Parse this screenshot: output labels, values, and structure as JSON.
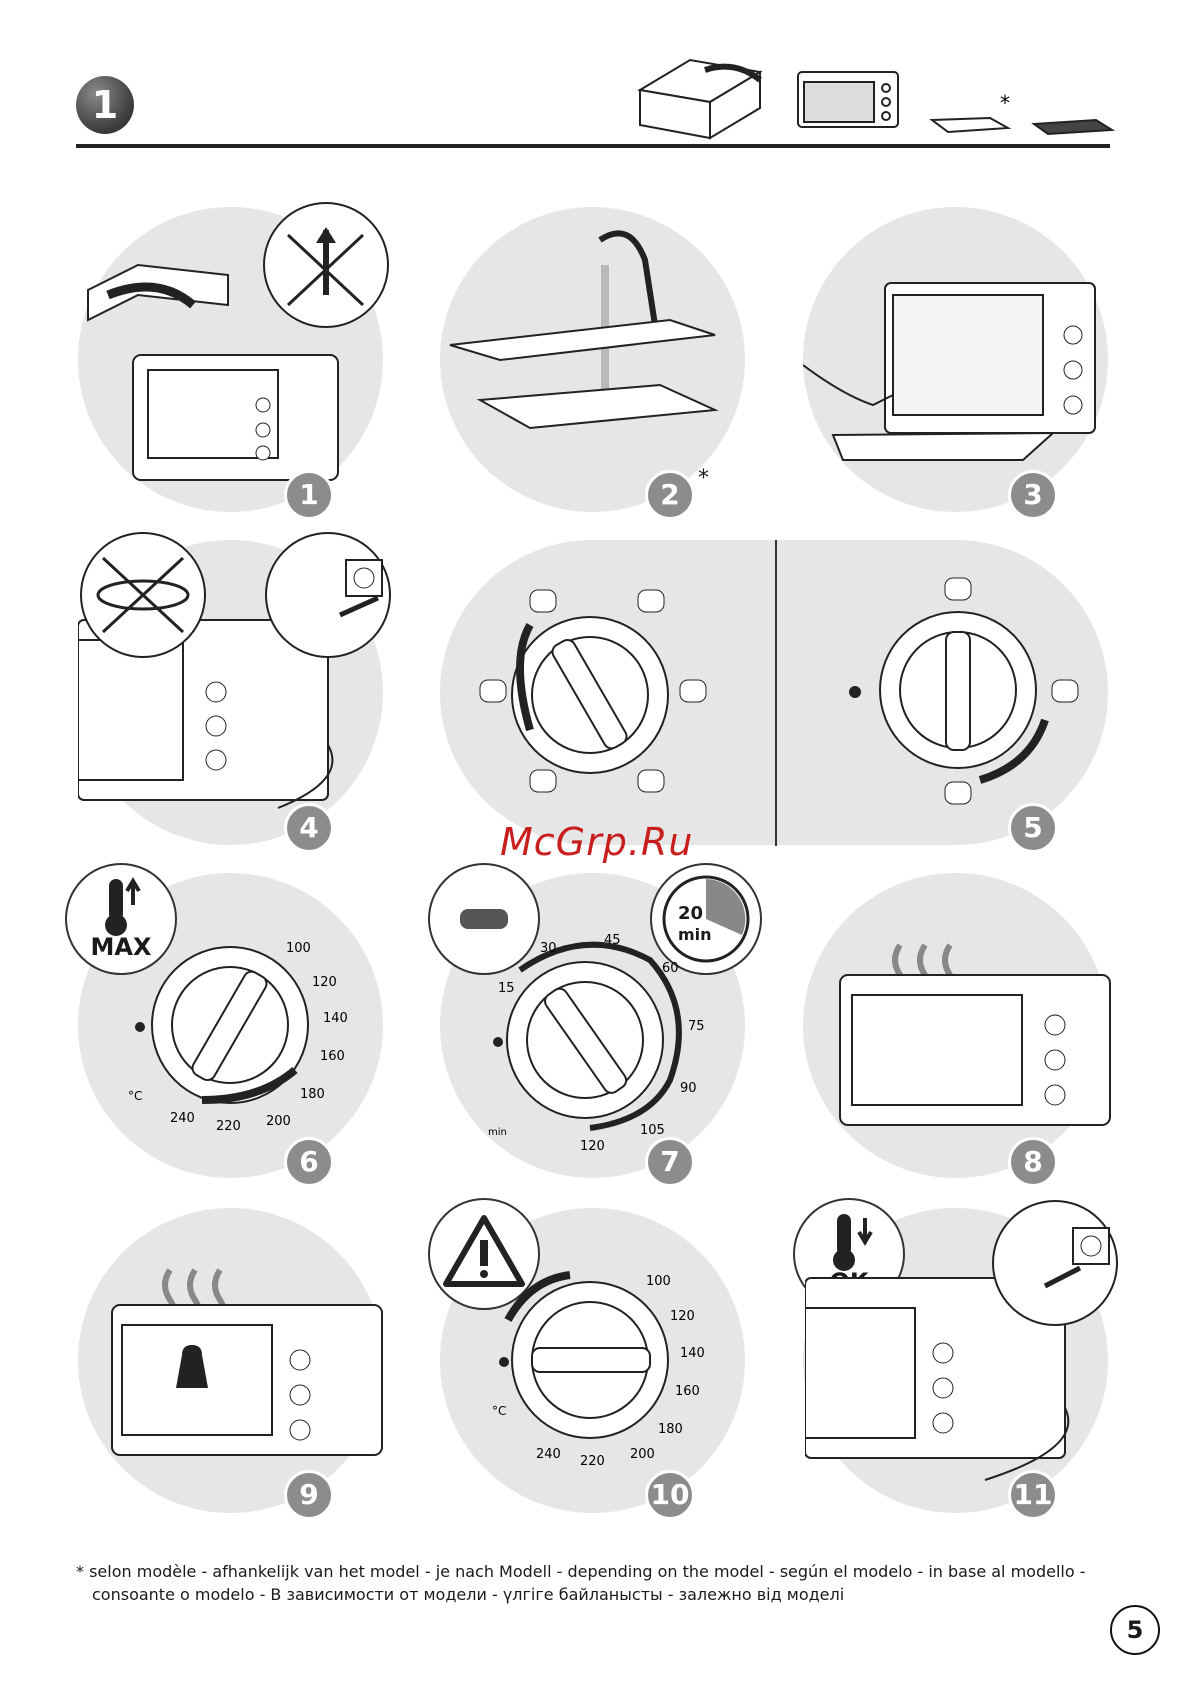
{
  "section": {
    "number": "1"
  },
  "header": {
    "asterisk": "*"
  },
  "steps": [
    {
      "number": "1"
    },
    {
      "number": "2",
      "asterisk": "*"
    },
    {
      "number": "3"
    },
    {
      "number": "4"
    },
    {
      "number": "5"
    },
    {
      "number": "6"
    },
    {
      "number": "7"
    },
    {
      "number": "8"
    },
    {
      "number": "9"
    },
    {
      "number": "10"
    },
    {
      "number": "11"
    }
  ],
  "step6": {
    "badge": "MAX",
    "unit": "°C",
    "scale": [
      "100",
      "120",
      "140",
      "160",
      "180",
      "200",
      "220",
      "240"
    ]
  },
  "step7": {
    "timer_value": "20",
    "timer_unit": "min",
    "dial_unit": "min",
    "scale": [
      "15",
      "30",
      "45",
      "60",
      "75",
      "90",
      "105",
      "120"
    ]
  },
  "step10": {
    "unit": "°C",
    "scale": [
      "100",
      "120",
      "140",
      "160",
      "180",
      "200",
      "220",
      "240"
    ]
  },
  "step11": {
    "badge": "OK"
  },
  "watermark": "McGrp.Ru",
  "footnote": {
    "line1": "* selon modèle - afhankelijk van het model - je nach Modell - depending on the model - según el modelo - in base al modello -",
    "line2": "consoante o modelo - В зависимости от модели - үлгіге байланысты - залежно від моделі"
  },
  "page_number": "5"
}
